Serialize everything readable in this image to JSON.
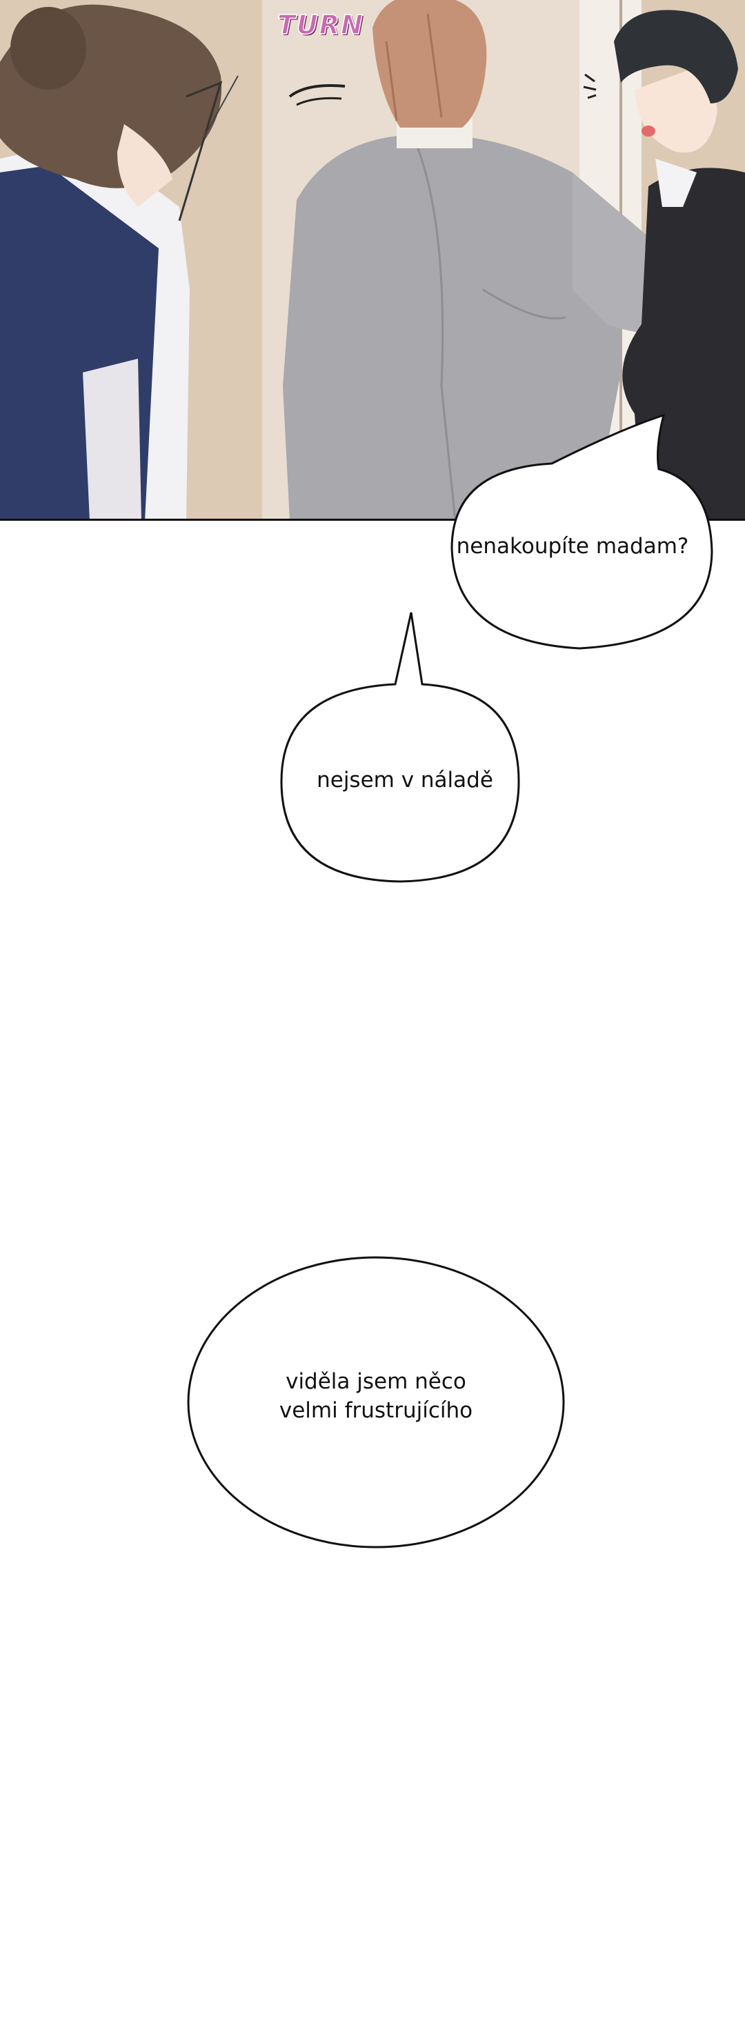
{
  "panel": {
    "sfx": "TURN"
  },
  "bubbles": [
    {
      "text": "nenakoupíte madam?"
    },
    {
      "text": "nejsem v náladě"
    },
    {
      "lines": [
        "viděla jsem něco",
        "velmi frustrujícího"
      ]
    }
  ],
  "colors": {
    "background": "#ffffff",
    "wall": "#d9c8b4",
    "navy_vest": "#2e3c66",
    "gray_suit": "#a9a9ad",
    "black_suit": "#2a2a2e",
    "sfx_pink": "#c76ab0",
    "outline": "#111111"
  }
}
